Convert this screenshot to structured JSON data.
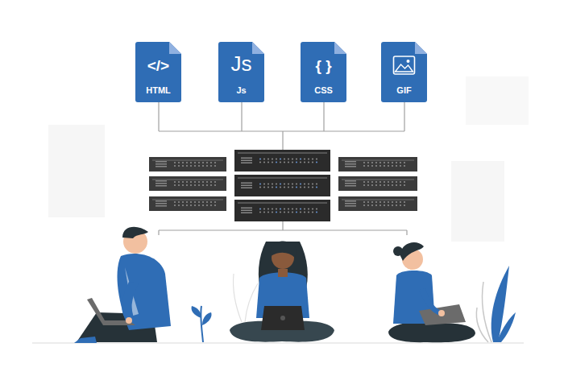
{
  "diagram": {
    "nodes": [
      {
        "text": [
          "</>",
          "HTML"
        ]
      },
      {
        "text": [
          "Js",
          "Js"
        ]
      },
      {
        "text": [
          "{ }",
          "CSS"
        ]
      },
      {
        "text": [
          "GIF"
        ]
      }
    ]
  }
}
